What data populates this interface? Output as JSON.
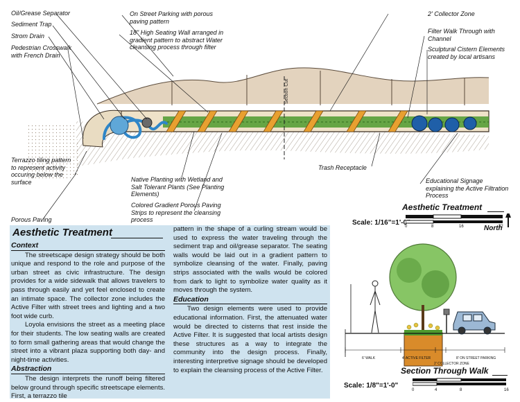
{
  "plan_labels": {
    "oil_grease": "Oil/Grease Separator",
    "sediment_trap": "Sediment Trap",
    "strom_drain": "Strom Drain",
    "crosswalk": "Pedestrian Crosswalk with French Drain",
    "street_parking": "On Street Parking with porous paving pattern",
    "seating_wall": "18\" High Seating Wall arranged in gradient pattern to abstract Water cleansing process through filter",
    "collector_zone": "2' Collector Zone",
    "filter_walk": "Filter Walk Through with Channel",
    "cistern": "Sculptural Cistern Elements created by local artisans",
    "section_cut": "Section Cut",
    "trash": "Trash Receptacle",
    "signage": "Educational Signage explaining the Active Filtration Process",
    "terrazzo": "Terrazzo tiling pattern to represent activity occuring below the surface",
    "native_planting": "Native Planting with Wetland and Salt Tolerant Plants (See Planting Elements)",
    "porous_paving": "Porous Paving",
    "gradient_strips": "Colored Gradient Porous Paving Strips to represent the cleansing process"
  },
  "text_panel": {
    "title": "Aesthetic Treatment",
    "context_heading": "Context",
    "context_p1": "The streetscape design strategy should be both unique and respond to the role and purpose of the urban street as civic infrastructure. The design provides for a wide sidewalk that allows travelers to pass through easily and yet feel enclosed to create an intimate space. The collector zone includes the Active Filter with street trees and lighting and a two foot wide curb.",
    "context_p2": "Loyola envisions the street as a meeting place for their students. The low seating walls are created to form small gathering areas that would change the street into a vibrant plaza supporting both day- and night-time activities.",
    "abstraction_heading": "Abstraction",
    "abstraction_p1": "The design interprets the runoff being filtered below ground through specific streetscape elements. First, a terrazzo tile",
    "col2_p1": "pattern in the shape of a curling stream would be used to express the water traveling through the sediment trap and oil/grease separator. The seating walls would be laid out in a gradient pattern to symbolize cleansing of the water. Finally, paving strips associated with the walls would be colored from dark to light to symbolize water quality as it moves through the system.",
    "education_heading": "Education",
    "education_p1": "Two design elements were used to provide educational information. First, the attenuated water would be directed to cisterns that rest inside the Active Filter. It is suggested that local artists design these structures as a way to integrate the community into the design process. Finally, interesting interpretive signage should be developed to explain the cleansing process of the Active Filter."
  },
  "plan_scale": {
    "title": "Aesthetic Treatment",
    "scale": "Scale: 1/16\"=1'-0\"",
    "ticks": [
      "0",
      "8",
      "16",
      "32"
    ],
    "north": "North"
  },
  "section": {
    "title": "Section Through Walk",
    "scale": "Scale: 1/8\"=1'-0\"",
    "ticks": [
      "0",
      "4",
      "8",
      "16"
    ],
    "dim_left": "6' WALK",
    "dim_filter": "4' ACTIVE FILTER",
    "dim_curb": "2' COLLECTOR ZONE",
    "dim_parking": "8' ON STREET PARKING"
  },
  "colors": {
    "panel": "#cfe3ef",
    "wall": "#e8a030",
    "planting": "#4e9a2e",
    "water": "#2f86c8",
    "paving": "#c8a884"
  }
}
